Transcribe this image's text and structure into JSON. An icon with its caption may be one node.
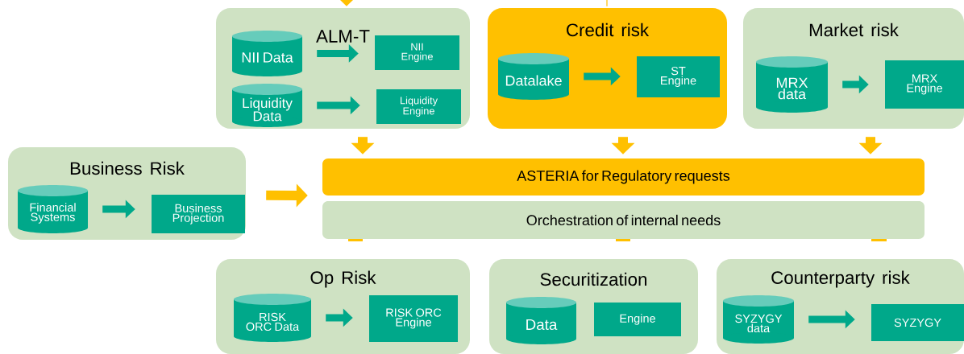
{
  "diagram": {
    "nodes": [
      {
        "text": [
          "ALM-T"
        ]
      },
      {
        "text": [
          "NII Data"
        ],
        "in": 0
      },
      {
        "text": [
          "NII Engine"
        ],
        "in": 0
      },
      {
        "text": [
          "Liquidity Data"
        ],
        "in": 0
      },
      {
        "text": [
          "Liquidity Engine"
        ],
        "in": 0
      },
      {
        "text": [
          "Credit risk"
        ]
      },
      {
        "text": [
          "Datalake"
        ],
        "in": 5
      },
      {
        "text": [
          "ST Engine"
        ],
        "in": 5
      },
      {
        "text": [
          "Market risk"
        ]
      },
      {
        "text": [
          "MRX data"
        ],
        "in": 8
      },
      {
        "text": [
          "MRX Engine"
        ],
        "in": 8
      },
      {
        "text": [
          "Business Risk"
        ]
      },
      {
        "text": [
          "Financial Systems"
        ],
        "in": 11
      },
      {
        "text": [
          "Business Projection"
        ],
        "in": 11
      },
      {
        "text": [
          "ASTERIA for Regulatory requests"
        ]
      },
      {
        "text": [
          "Orchestration of internal needs"
        ]
      },
      {
        "text": [
          "Op Risk"
        ]
      },
      {
        "text": [
          "RISK ORC Data"
        ],
        "in": 16
      },
      {
        "text": [
          "RISK ORC Engine"
        ],
        "in": 16
      },
      {
        "text": [
          "Securitization"
        ]
      },
      {
        "text": [
          "Data"
        ],
        "in": 19
      },
      {
        "text": [
          "Engine"
        ],
        "in": 19
      },
      {
        "text": [
          "Counterparty risk"
        ]
      },
      {
        "text": [
          "SYZYGY data"
        ],
        "in": 22
      },
      {
        "text": [
          "SYZYGY"
        ],
        "in": 22
      }
    ],
    "edges": [
      {
        "from": 1,
        "to": 2,
        "arrow": "to"
      },
      {
        "from": 3,
        "to": 4,
        "arrow": "to"
      },
      {
        "from": 6,
        "to": 7,
        "arrow": "to"
      },
      {
        "from": 9,
        "to": 10,
        "arrow": "to"
      },
      {
        "from": 12,
        "to": 13,
        "arrow": "to"
      },
      {
        "from": 17,
        "to": 18,
        "arrow": "to"
      },
      {
        "from": 23,
        "to": 24,
        "arrow": "to"
      },
      {
        "from": 0,
        "to": 14,
        "arrow": "to",
        "color": "#ffc000"
      },
      {
        "from": 5,
        "to": 14,
        "arrow": "to",
        "color": "#ffc000"
      },
      {
        "from": 8,
        "to": 14,
        "arrow": "to",
        "color": "#ffc000"
      },
      {
        "from": 11,
        "to": 14,
        "arrow": "to",
        "color": "#ffc000"
      },
      {
        "from": null,
        "to": 0,
        "arrow": "to",
        "color": "#ffc000"
      },
      {
        "from": null,
        "to": 5,
        "arrow": "none",
        "color": "#ffc000"
      }
    ]
  }
}
